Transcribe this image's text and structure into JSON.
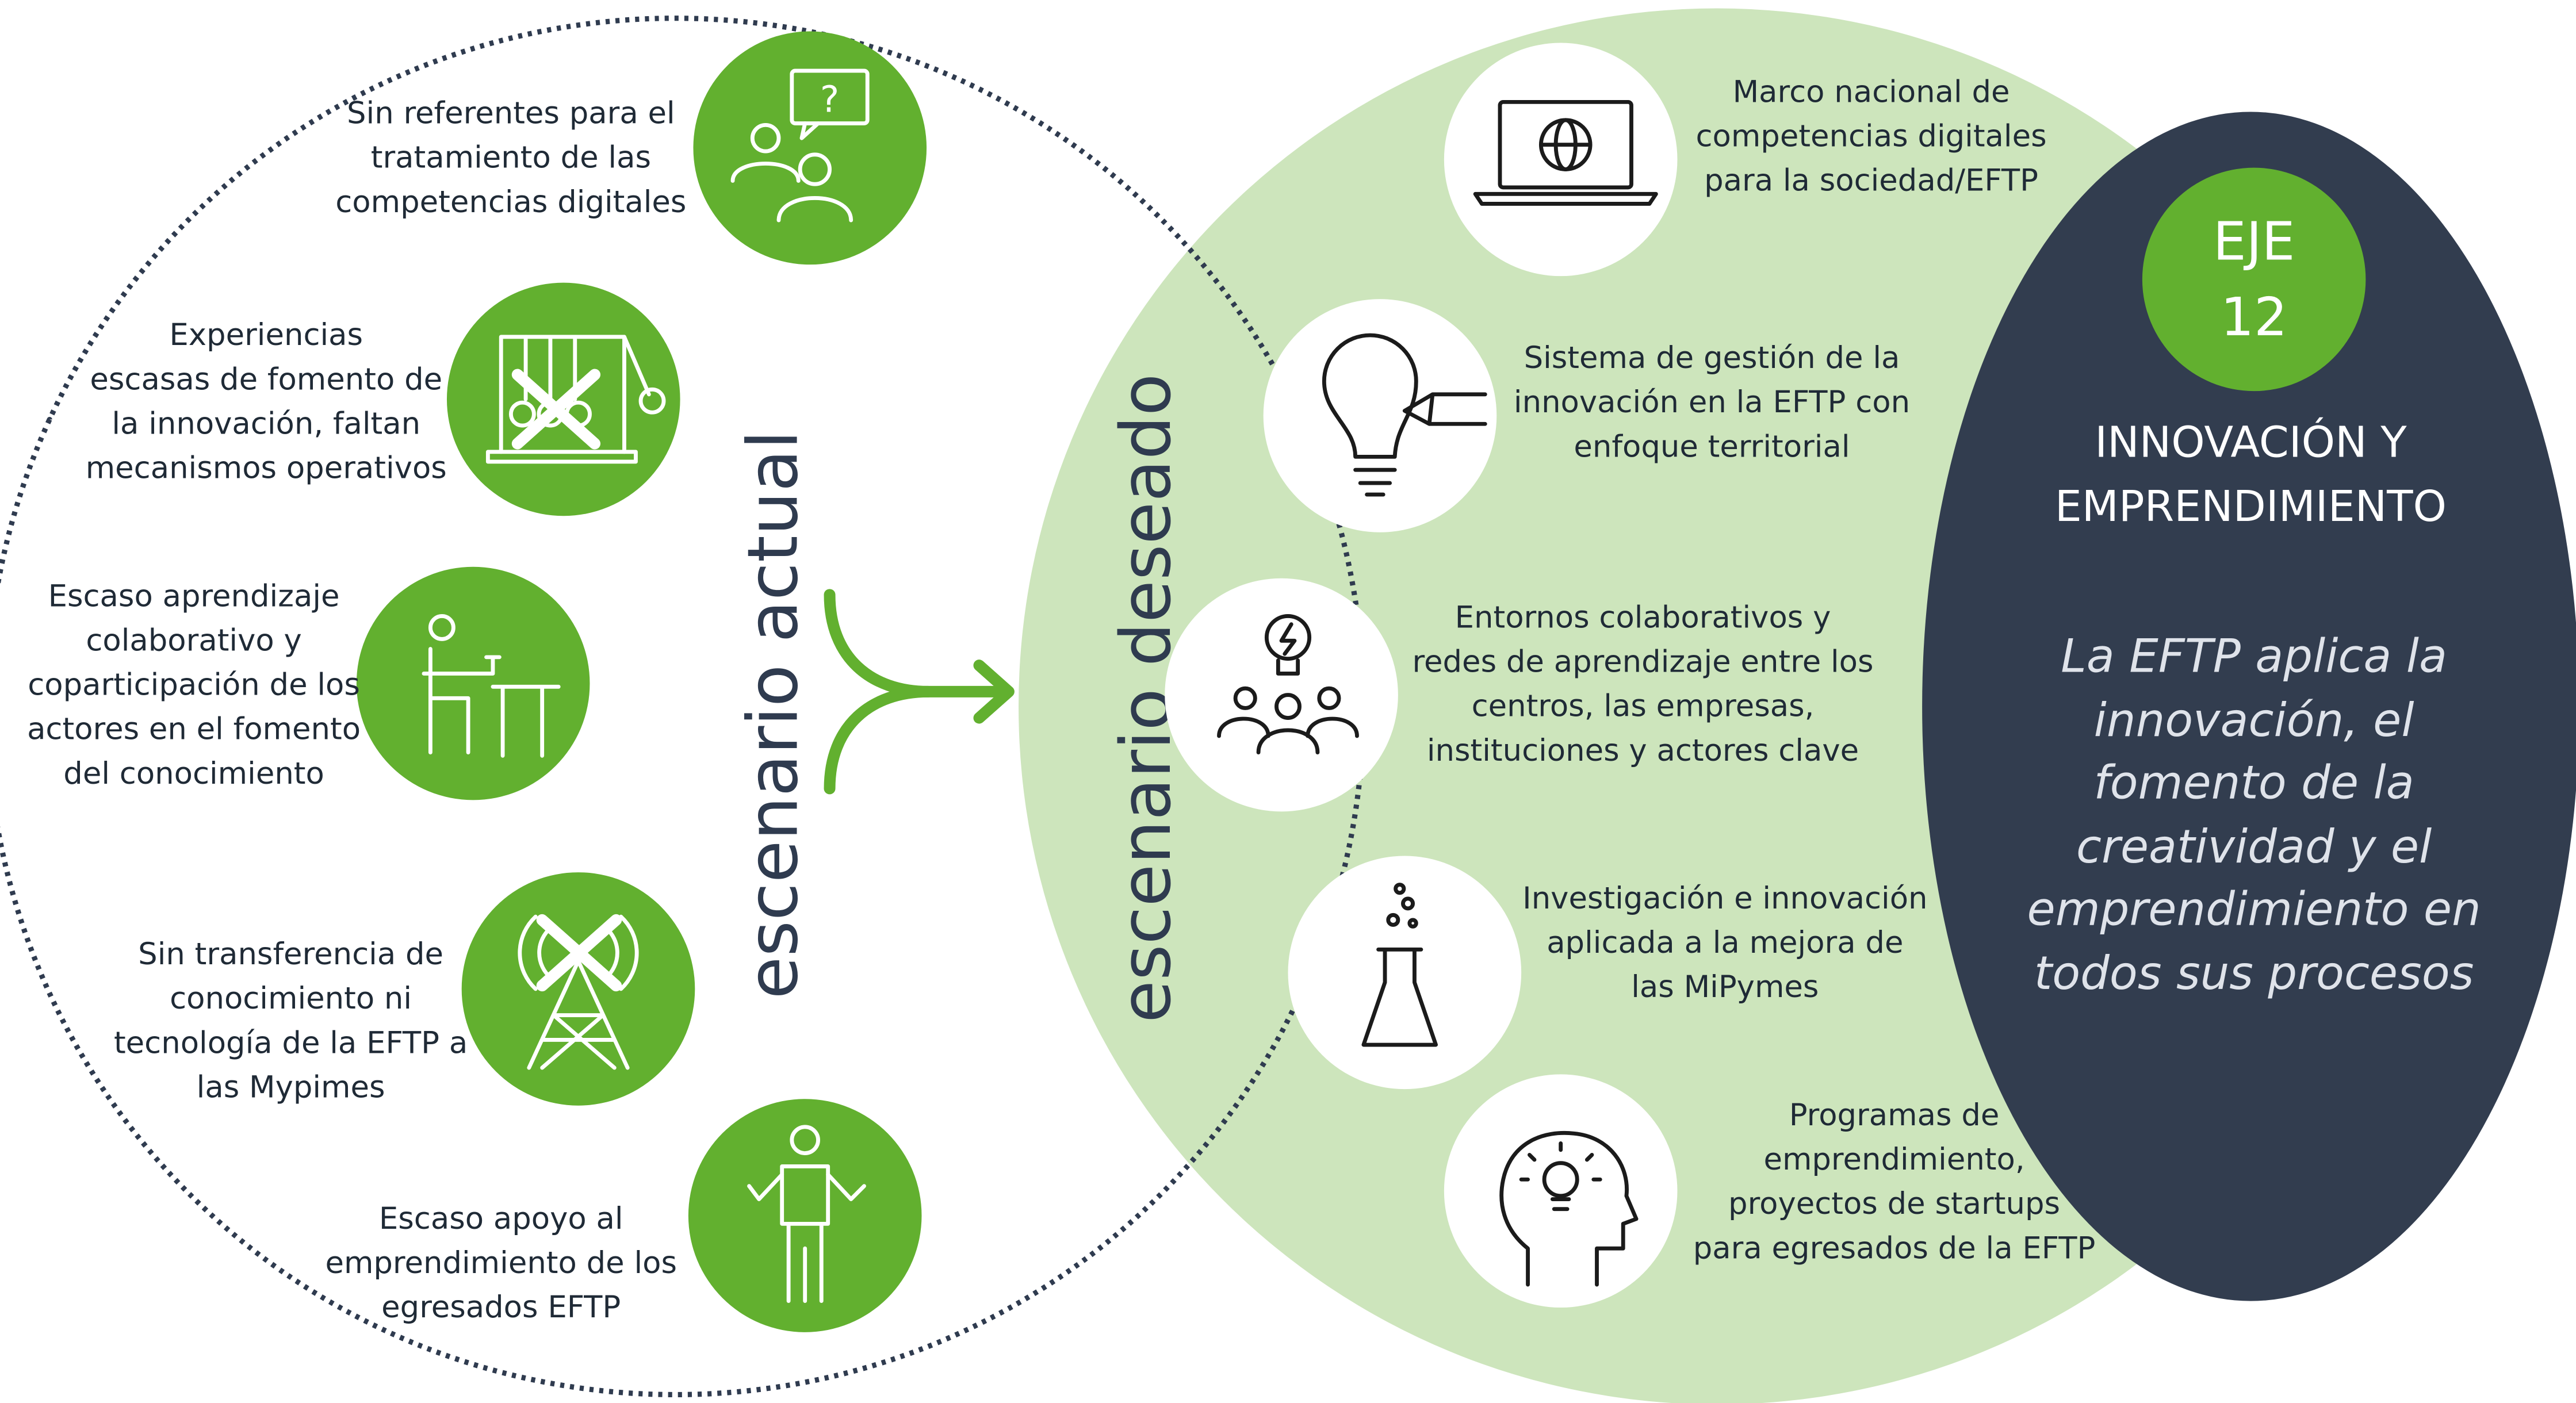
{
  "colors": {
    "green": "#62b02f",
    "light_green": "#cde5bc",
    "navy": "#323d4f",
    "text": "#1f2a36"
  },
  "current": {
    "title": "escenario actual",
    "items": [
      {
        "icon": "question-people-icon",
        "lines": [
          "Sin referentes para el",
          "tratamiento de las",
          "competencias digitales"
        ]
      },
      {
        "icon": "newton-cradle-crossed-icon",
        "lines": [
          "Experiencias",
          "escasas de fomento de",
          "la innovación, faltan",
          "mecanismos operativos"
        ]
      },
      {
        "icon": "person-at-desk-icon",
        "lines": [
          "Escaso aprendizaje",
          "colaborativo y",
          "coparticipación de los",
          "actores en el fomento",
          "del conocimiento"
        ]
      },
      {
        "icon": "antenna-tower-crossed-icon",
        "lines": [
          "Sin transferencia de",
          "conocimiento ni",
          "tecnología de la EFTP a",
          "las Mypimes"
        ]
      },
      {
        "icon": "person-shrug-icon",
        "lines": [
          "Escaso apoyo al",
          "emprendimiento de los",
          "egresados EFTP"
        ]
      }
    ]
  },
  "desired": {
    "title": "escenario deseado",
    "items": [
      {
        "icon": "laptop-globe-icon",
        "lines": [
          "Marco nacional de",
          "competencias digitales",
          "para la sociedad/EFTP"
        ]
      },
      {
        "icon": "lightbulb-pen-icon",
        "lines": [
          "Sistema de gestión de la",
          "innovación en la EFTP con",
          "enfoque territorial"
        ]
      },
      {
        "icon": "group-idea-icon",
        "lines": [
          "Entornos colaborativos y",
          "redes de aprendizaje entre los",
          "centros, las empresas,",
          "instituciones y actores clave"
        ]
      },
      {
        "icon": "flask-icon",
        "lines": [
          "Investigación e innovación",
          "aplicada a la mejora de",
          "las MiPymes"
        ]
      },
      {
        "icon": "head-lightbulb-icon",
        "lines": [
          "Programas de",
          "emprendimiento,",
          "proyectos de startups",
          "para egresados de la EFTP"
        ]
      }
    ]
  },
  "axis": {
    "badge_line1": "EJE",
    "badge_line2": "12",
    "title_lines": [
      "INNOVACIÓN Y",
      "EMPRENDIMIENTO"
    ],
    "statement_lines": [
      "La EFTP aplica la",
      "innovación, el",
      "fomento de la",
      "creatividad y el",
      "emprendimiento en",
      "todos sus procesos"
    ]
  }
}
